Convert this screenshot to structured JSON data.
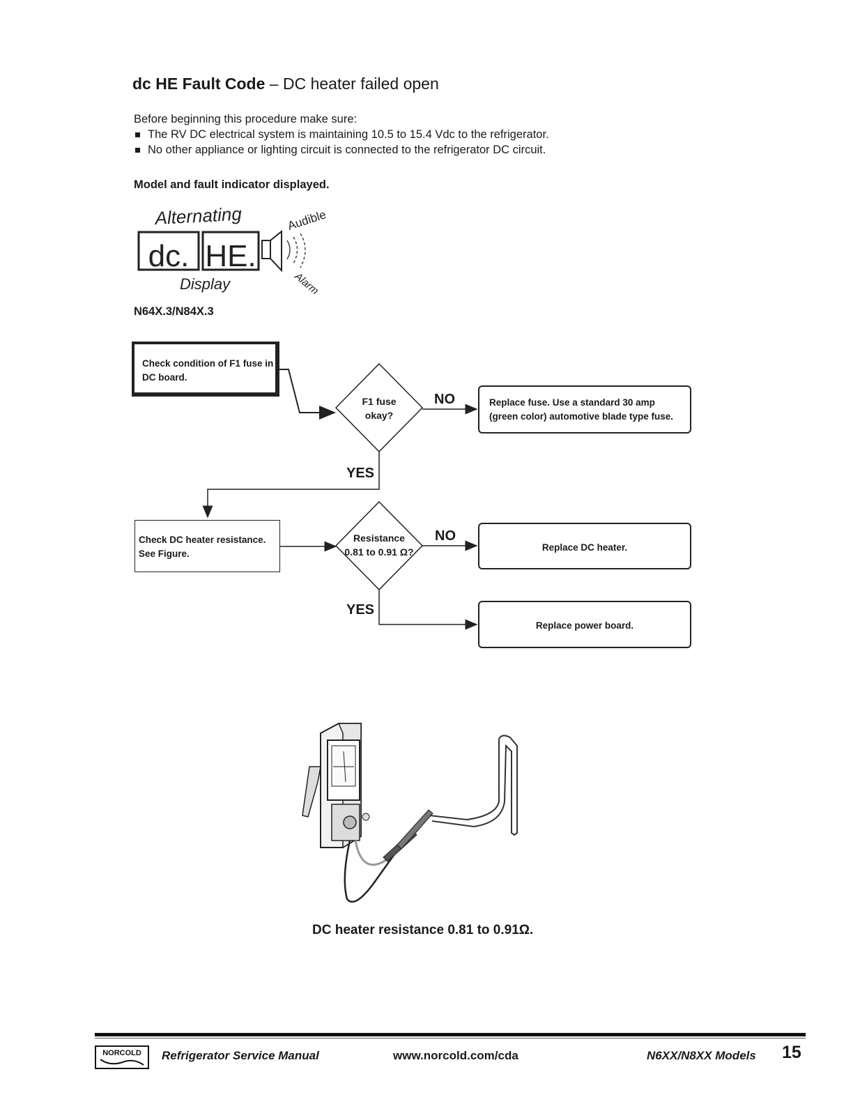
{
  "title": {
    "bold": "dc HE Fault Code",
    "rest": " – DC heater failed open"
  },
  "intro": {
    "lead": "Before beginning this procedure make sure:",
    "bullets": [
      "The RV DC electrical system is maintaining 10.5 to 15.4 Vdc to the refrigerator.",
      "No other appliance or lighting circuit is connected to the refrigerator DC circuit."
    ]
  },
  "section_heading": "Model and fault indicator displayed.",
  "display": {
    "alternating": "Alternating",
    "display_label": "Display",
    "audible": "Audible",
    "alarm": "Alarm",
    "code1": "dc.",
    "code2": "HE."
  },
  "model": "N64X.3/N84X.3",
  "flow": {
    "check_fuse": "Check condition of F1 fuse in DC board.",
    "fuse_question": [
      "F1 fuse",
      "okay?"
    ],
    "no_label": "NO",
    "yes_label": "YES",
    "replace_fuse": "Replace fuse. Use a standard 30 amp (green color) automotive blade type fuse.",
    "check_heater": "Check DC heater resistance. See Figure.",
    "resistance_question": [
      "Resistance",
      "0.81 to 0.91 Ω?"
    ],
    "replace_heater": "Replace DC heater.",
    "replace_board": "Replace power board."
  },
  "figure_caption": "DC heater resistance 0.81 to 0.91Ω.",
  "footer": {
    "logo_text": "NORCOLD",
    "manual": "Refrigerator Service Manual",
    "url": "www.norcold.com/cda",
    "models": "N6XX/N8XX Models",
    "page": "15"
  }
}
